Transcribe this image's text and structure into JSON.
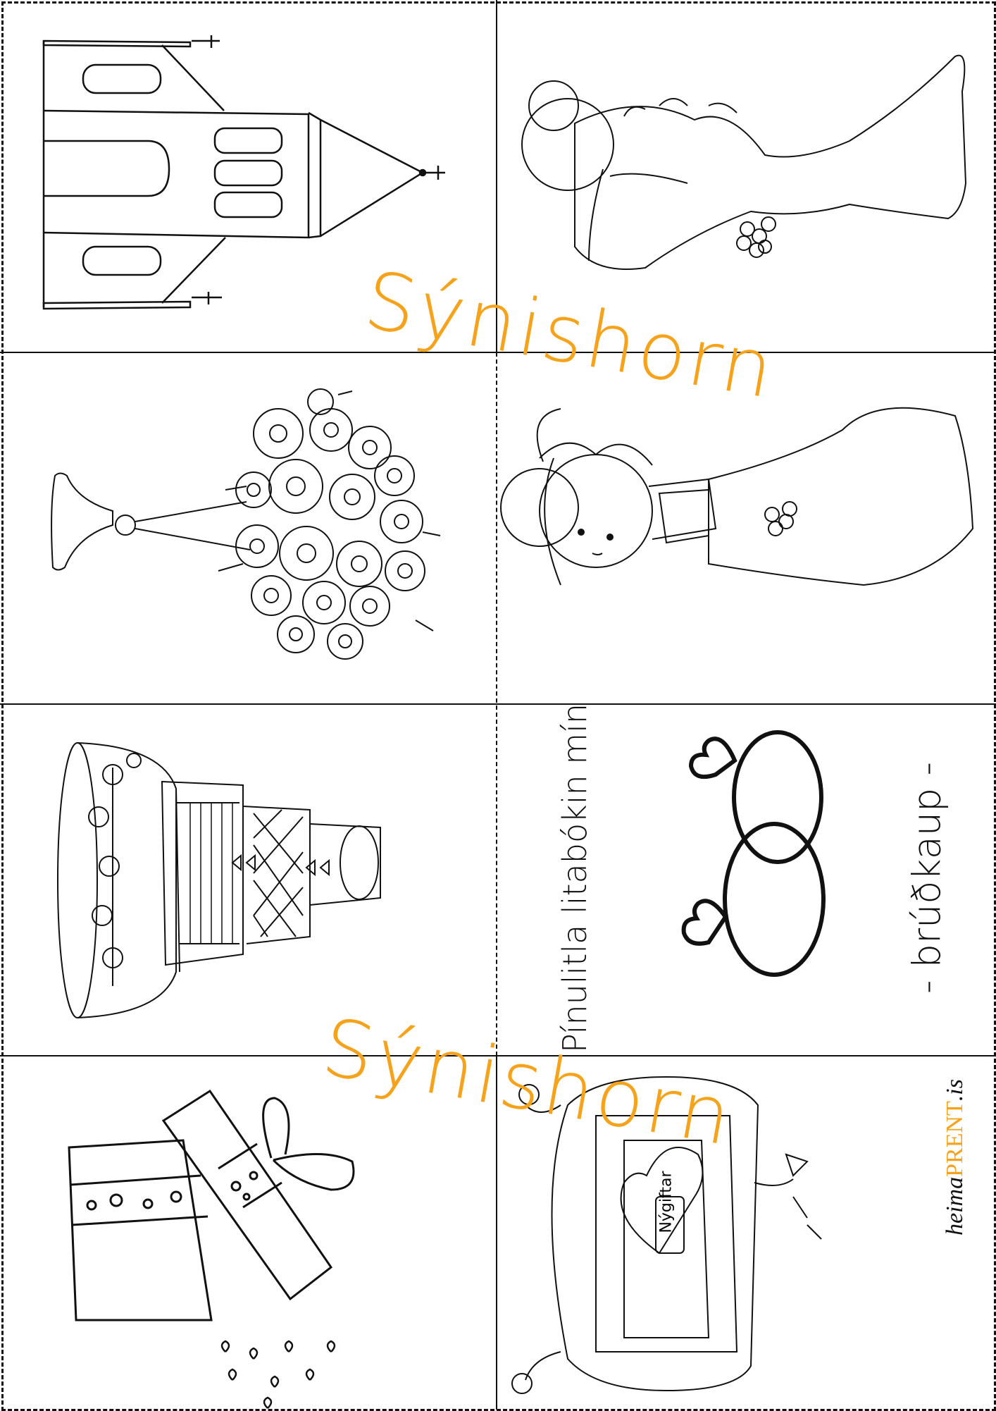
{
  "watermark": {
    "text": "Sýnishorn",
    "color": "#f7a21b"
  },
  "cover": {
    "title": "Pínulitla litabókin mín",
    "subtitle": "- brúðkaup -"
  },
  "car": {
    "sign": "Nýgiftar"
  },
  "brand": {
    "prefix": "heima",
    "name": "PRENT",
    "suffix": ".is",
    "accent_color": "#f7a21b"
  },
  "cells": [
    {
      "subject": "church"
    },
    {
      "subject": "bride-side"
    },
    {
      "subject": "bouquet"
    },
    {
      "subject": "bride-front"
    },
    {
      "subject": "wedding-cake"
    },
    {
      "subject": "rings-cover"
    },
    {
      "subject": "gift-box"
    },
    {
      "subject": "wedding-car"
    }
  ]
}
